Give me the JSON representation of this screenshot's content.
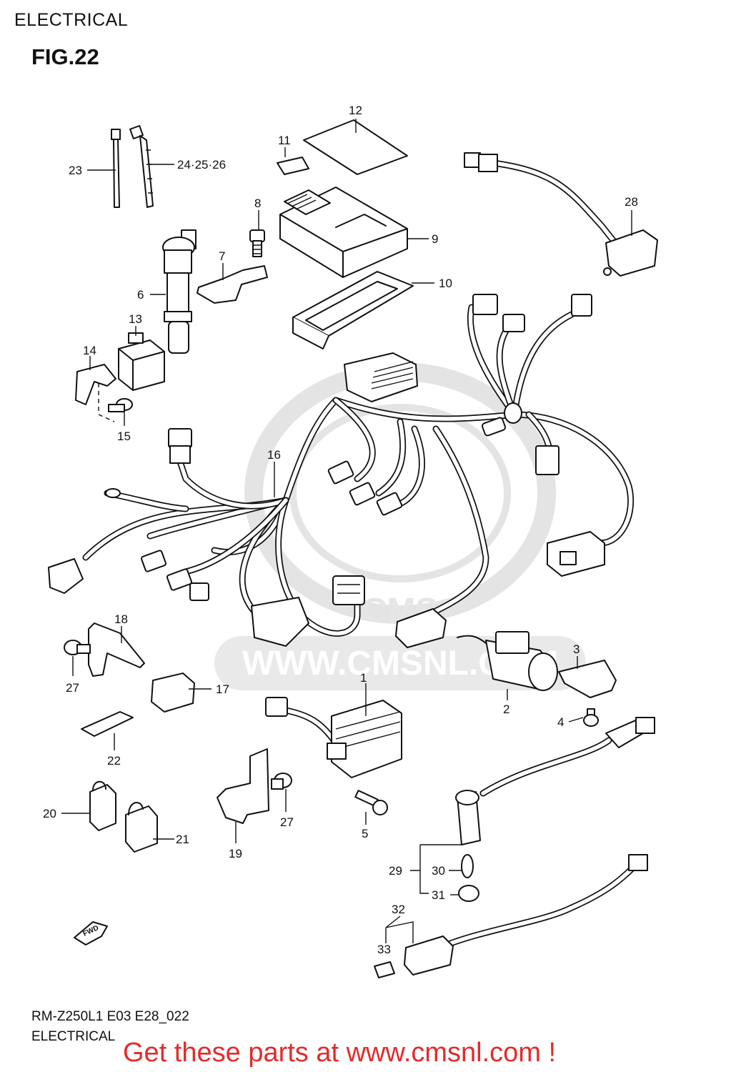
{
  "header": {
    "section_title": "ELECTRICAL",
    "figure_label": "FIG.22"
  },
  "watermark": {
    "logo_text": "CMS",
    "url_text": "WWW.CMSNL.COM"
  },
  "direction_arrow": {
    "label": "FWD"
  },
  "callouts": {
    "c1": "1",
    "c2": "2",
    "c3": "3",
    "c4": "4",
    "c5": "5",
    "c6": "6",
    "c7": "7",
    "c8": "8",
    "c9": "9",
    "c10": "10",
    "c11": "11",
    "c12": "12",
    "c13": "13",
    "c14": "14",
    "c15": "15",
    "c16": "16",
    "c17": "17",
    "c18": "18",
    "c19": "19",
    "c20": "20",
    "c21": "21",
    "c22": "22",
    "c23": "23",
    "c24": "24·25·26",
    "c27a": "27",
    "c27b": "27",
    "c28": "28",
    "c29": "29",
    "c30": "30",
    "c31": "31",
    "c32": "32",
    "c33": "33"
  },
  "footer": {
    "model_code": "RM-Z250L1  E03  E28_022",
    "section_title": "ELECTRICAL",
    "banner": "Get these parts at www.cmsnl.com !"
  },
  "colors": {
    "line_art": "#111111",
    "watermark": "#e6e6e6",
    "banner": "#e32b2b"
  }
}
